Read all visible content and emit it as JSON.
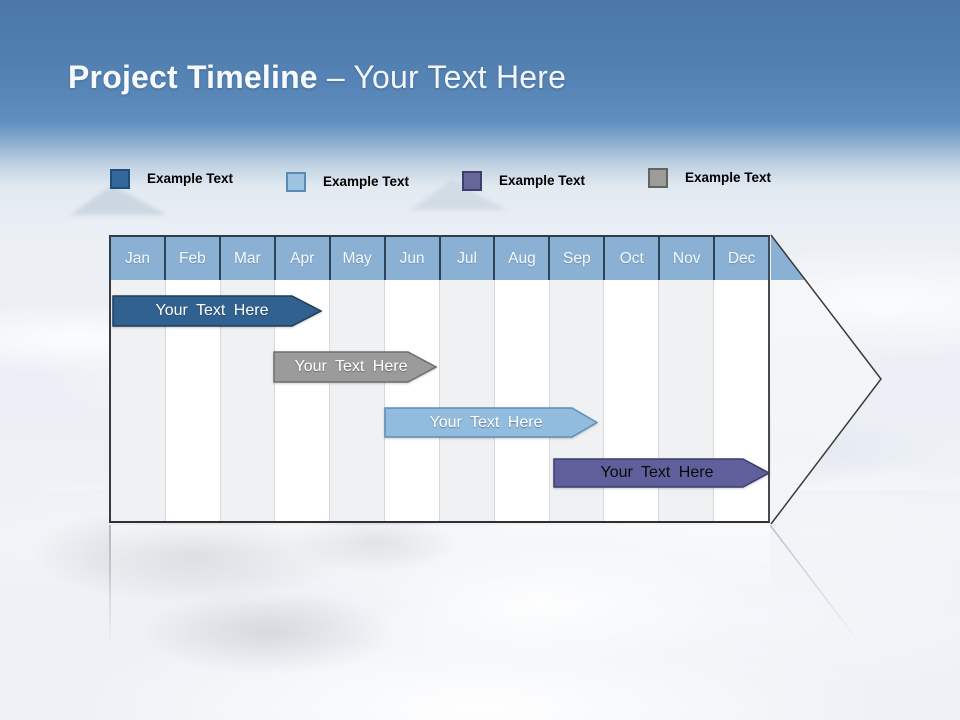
{
  "slide": {
    "title_bold": "Project Timeline",
    "title_rest": "– Your Text Here"
  },
  "legend": {
    "items": [
      {
        "label": "Example Text",
        "color": "#336699",
        "border": "#1F4E79"
      },
      {
        "label": "Example Text",
        "color": "#9DC3E3",
        "border": "#5B8AB5"
      },
      {
        "label": "Example Text",
        "color": "#66669B",
        "border": "#3F3F6E"
      },
      {
        "label": "Example Text",
        "color": "#9C9C9A",
        "border": "#63635F"
      }
    ]
  },
  "timeline": {
    "months": [
      "Jan",
      "Feb",
      "Mar",
      "Apr",
      "May",
      "Jun",
      "Jul",
      "Aug",
      "Sep",
      "Oct",
      "Nov",
      "Dec"
    ],
    "header_color": "#8AB1D4",
    "body_stripe_color": "#F0F1F3",
    "arrow_fill": "#F3F5F7",
    "arrow_outline": "#3A3A3A",
    "bars": [
      {
        "label": "Your Text Here",
        "fill": "#30618F",
        "stroke": "#1E3E5C",
        "text_color": "#FFFFFF",
        "start_month": "Jan",
        "end_month": "Apr"
      },
      {
        "label": "Your Text Here",
        "fill": "#9B9B9B",
        "stroke": "#6E6E6E",
        "text_color": "#FFFFFF",
        "start_month": "Apr",
        "end_month": "Jun"
      },
      {
        "label": "Your Text Here",
        "fill": "#92BCDE",
        "stroke": "#5E8EB7",
        "text_color": "#FFFFFF",
        "start_month": "Jun",
        "end_month": "Oct"
      },
      {
        "label": "Your Text Here",
        "fill": "#5F5F9C",
        "stroke": "#3D3D6D",
        "text_color": "#0A0A0A",
        "start_month": "Sep",
        "end_month": "Dec"
      }
    ]
  }
}
